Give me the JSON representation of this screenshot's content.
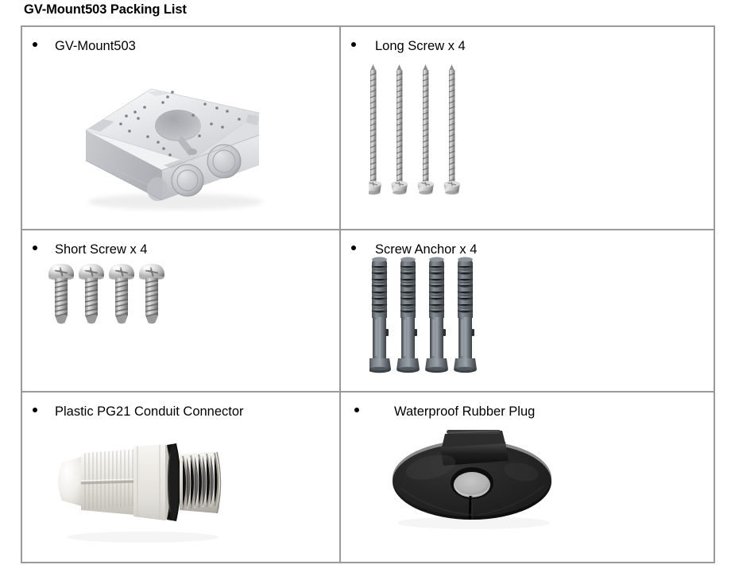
{
  "document": {
    "title": "GV-Mount503 Packing List"
  },
  "table": {
    "rows": [
      {
        "cells": [
          {
            "label": "GV-Mount503",
            "image": "mount-box-photo",
            "indent": "ind-a"
          },
          {
            "label": "Long Screw x 4",
            "image": "long-screws-photo",
            "indent": "ind-b"
          }
        ]
      },
      {
        "cells": [
          {
            "label": "Short Screw x 4",
            "image": "short-screws-photo",
            "indent": "ind-a"
          },
          {
            "label": "Screw Anchor x 4",
            "image": "screw-anchors-photo",
            "indent": "ind-b"
          }
        ]
      },
      {
        "cells": [
          {
            "label": "Plastic PG21 Conduit Connector",
            "image": "conduit-connector-photo",
            "indent": "ind-a"
          },
          {
            "label": "Waterproof Rubber Plug",
            "image": "rubber-plug-photo",
            "indent": "ind-c"
          }
        ]
      }
    ]
  },
  "colors": {
    "border": "#9a9a9a",
    "text": "#000000",
    "background": "#ffffff",
    "metal_light": "#d8d8d8",
    "metal_dark": "#6e6e6e",
    "plastic_light": "#eceae4",
    "anchor_gray": "#6b7076",
    "rubber_black": "#1a1a1a"
  }
}
